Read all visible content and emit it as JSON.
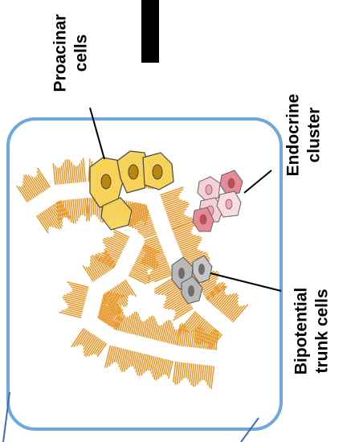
{
  "labels": {
    "proacinar_line1": "Proacinar",
    "proacinar_line2": "cells",
    "endocrine_line1": "Endocrine",
    "endocrine_line2": "cluster",
    "bipotential_line1": "Bipotential",
    "bipotential_line2": "trunk cells"
  },
  "colors": {
    "box_border": "#6fa8dc",
    "epithelium": "#e89a2e",
    "proacinar_fill": "#f7d35a",
    "proacinar_nucleus": "#b8860b",
    "endocrine_fill": "#f4b8c0",
    "endocrine_nucleus": "#e06070",
    "trunk_fill": "#b9b9b9",
    "trunk_nucleus": "#6e6e6e",
    "arrow": "#000000"
  },
  "icons": {
    "top_arrow": "thick-arrow-shaft"
  }
}
